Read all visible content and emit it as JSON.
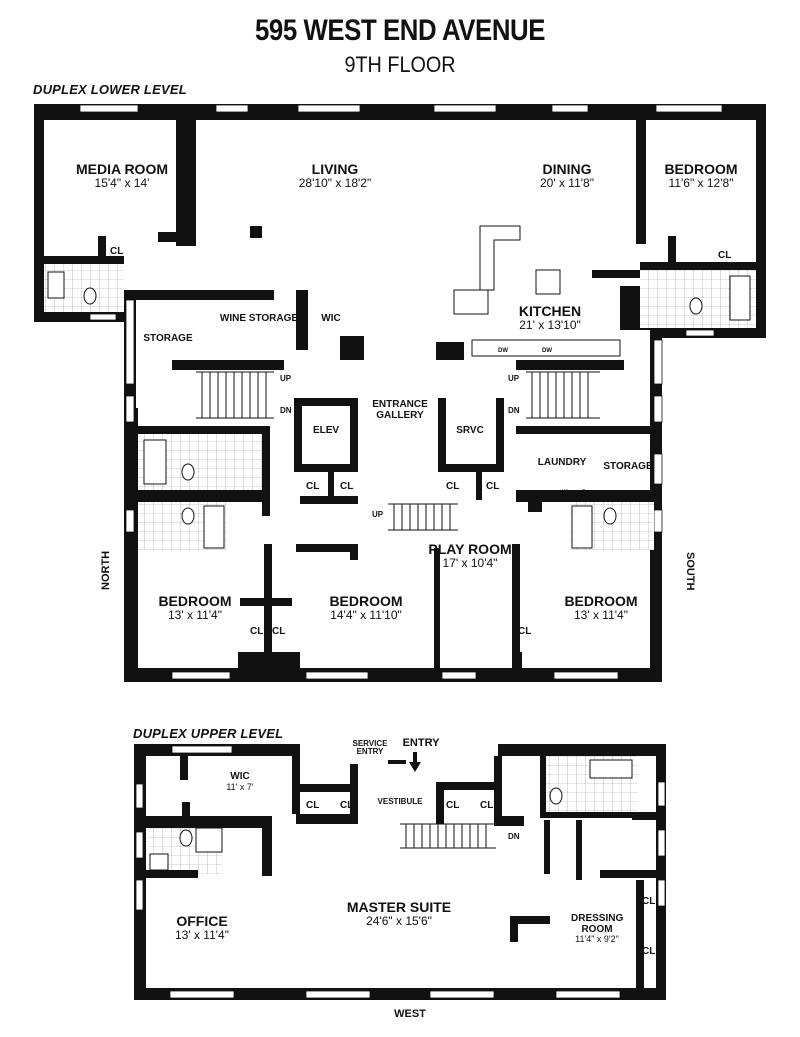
{
  "header": {
    "address": "595 WEST END AVENUE",
    "floor": "9TH FLOOR"
  },
  "levels": {
    "lower": "DUPLEX LOWER LEVEL",
    "upper": "DUPLEX UPPER LEVEL"
  },
  "rooms": {
    "media_room": {
      "name": "MEDIA ROOM",
      "dims": "15'4\" x 14'"
    },
    "living": {
      "name": "LIVING",
      "dims": "28'10\" x 18'2\""
    },
    "dining": {
      "name": "DINING",
      "dims": "20' x 11'8\""
    },
    "bedroom_ne": {
      "name": "BEDROOM",
      "dims": "11'6\" x 12'8\""
    },
    "kitchen": {
      "name": "KITCHEN",
      "dims": "21' x 13'10\""
    },
    "storage_1": {
      "name": "STORAGE"
    },
    "wine_storage": {
      "name": "WINE STORAGE"
    },
    "wic_lower": {
      "name": "WIC"
    },
    "elev": {
      "name": "ELEV"
    },
    "srvc": {
      "name": "SRVC"
    },
    "entrance_gallery": {
      "name": "ENTRANCE GALLERY"
    },
    "laundry": {
      "name": "LAUNDRY"
    },
    "storage_2": {
      "name": "STORAGE"
    },
    "play_room": {
      "name": "PLAY ROOM",
      "dims": "17' x 10'4\""
    },
    "bedroom_sw": {
      "name": "BEDROOM",
      "dims": "13' x 11'4\""
    },
    "bedroom_sc": {
      "name": "BEDROOM",
      "dims": "14'4\" x 11'10\""
    },
    "bedroom_se": {
      "name": "BEDROOM",
      "dims": "13' x 11'4\""
    },
    "wic_upper": {
      "name": "WIC",
      "dims": "11' x 7'"
    },
    "service_entry": {
      "name": "SERVICE ENTRY"
    },
    "entry": {
      "name": "ENTRY"
    },
    "vestibule": {
      "name": "VESTIBULE"
    },
    "office": {
      "name": "OFFICE",
      "dims": "13' x 11'4\""
    },
    "master_suite": {
      "name": "MASTER SUITE",
      "dims": "24'6\" x 15'6\""
    },
    "dressing_room": {
      "name": "DRESSING ROOM",
      "dims": "11'4\" x 9'2\""
    }
  },
  "closet_label": "CL",
  "stairs": {
    "up": "UP",
    "down": "DN"
  },
  "appliances": {
    "dishwasher": "DW",
    "washer": "W",
    "dryer": "D"
  },
  "compass": {
    "north": "NORTH",
    "south": "SOUTH",
    "west": "WEST"
  }
}
